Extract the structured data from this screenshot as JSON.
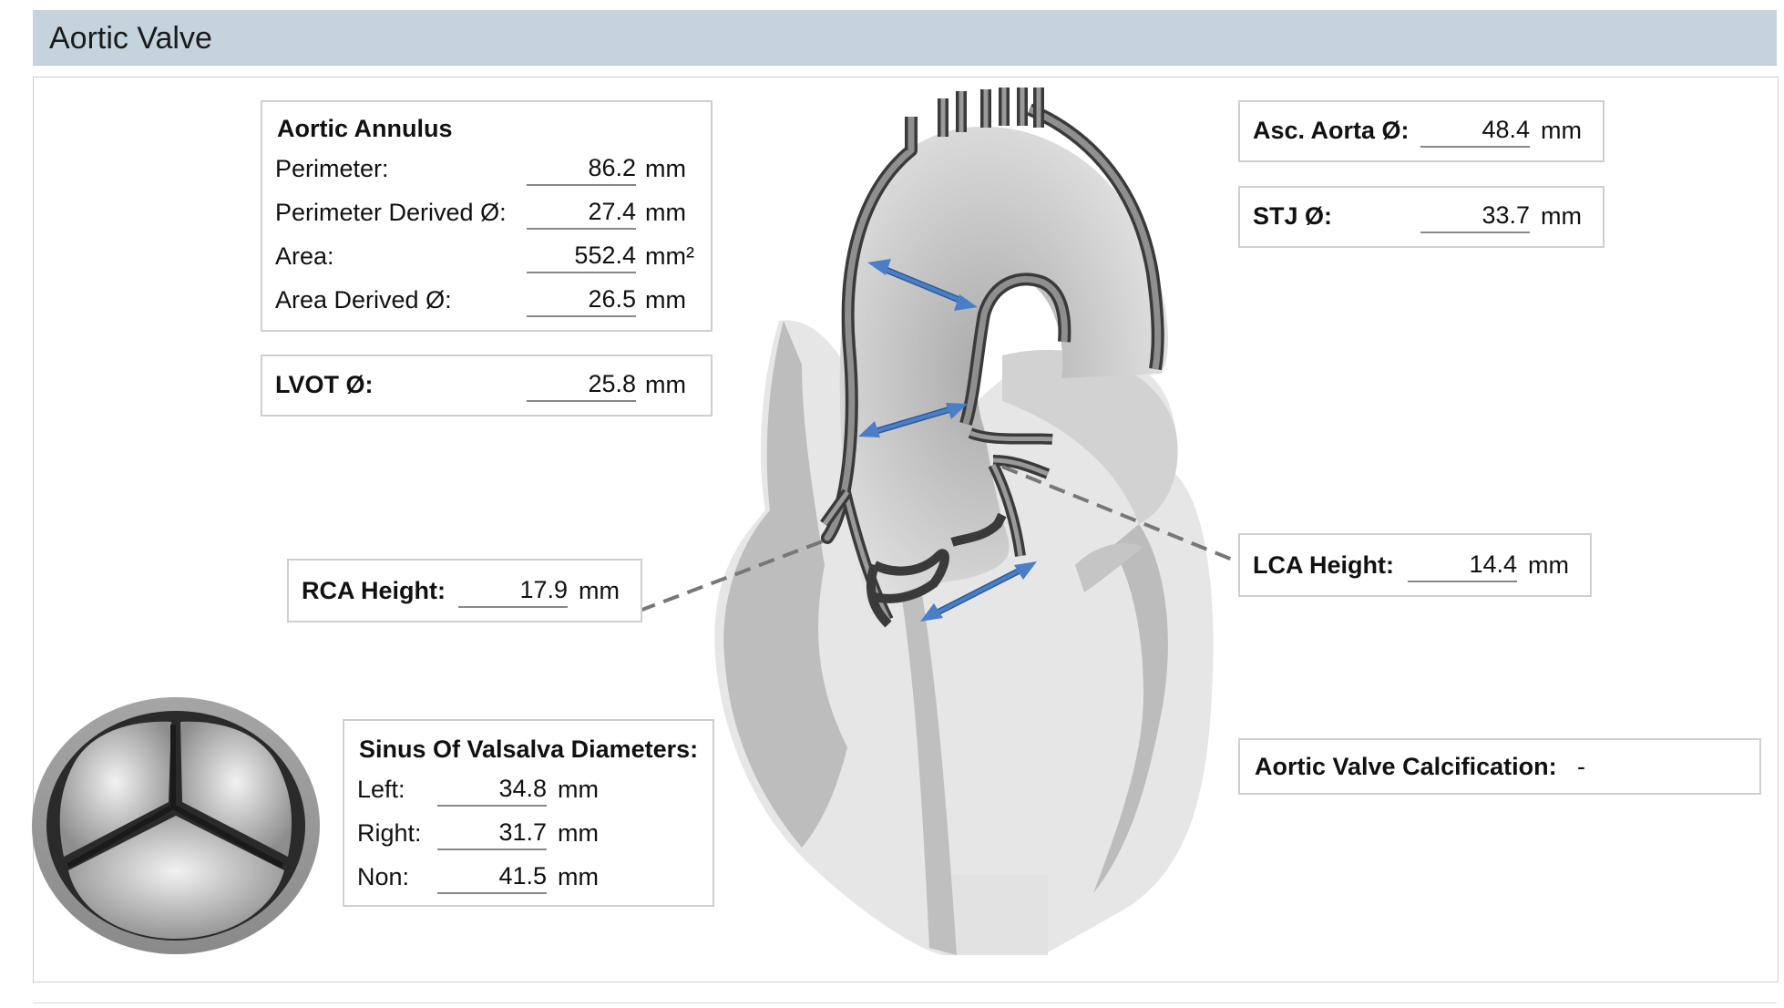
{
  "header": {
    "title": "Aortic Valve"
  },
  "annulus": {
    "title": "Aortic Annulus",
    "rows": [
      {
        "label": "Perimeter:",
        "value": "86.2",
        "unit": "mm"
      },
      {
        "label": "Perimeter Derived Ø:",
        "value": "27.4",
        "unit": "mm"
      },
      {
        "label": "Area:",
        "value": "552.4",
        "unit": "mm²"
      },
      {
        "label": "Area Derived Ø:",
        "value": "26.5",
        "unit": "mm"
      }
    ]
  },
  "lvot": {
    "label": "LVOT Ø:",
    "value": "25.8",
    "unit": "mm"
  },
  "rca": {
    "label": "RCA Height:",
    "value": "17.9",
    "unit": "mm"
  },
  "sinus": {
    "title": "Sinus Of Valsalva Diameters:",
    "rows": [
      {
        "label": "Left:",
        "value": "34.8",
        "unit": "mm"
      },
      {
        "label": "Right:",
        "value": "31.7",
        "unit": "mm"
      },
      {
        "label": "Non:",
        "value": "41.5",
        "unit": "mm"
      }
    ]
  },
  "asc_aorta": {
    "label": "Asc. Aorta Ø:",
    "value": "48.4",
    "unit": "mm"
  },
  "stj": {
    "label": "STJ Ø:",
    "value": "33.7",
    "unit": "mm"
  },
  "lca": {
    "label": "LCA Height:",
    "value": "14.4",
    "unit": "mm"
  },
  "calcification": {
    "label": "Aortic Valve Calcification:",
    "value": "-"
  },
  "colors": {
    "header_bg": "#c5d3dc",
    "arrow": "#4a7fc8",
    "heart": "#b8b8b8",
    "aorta_wall": "#3a3a3a"
  }
}
